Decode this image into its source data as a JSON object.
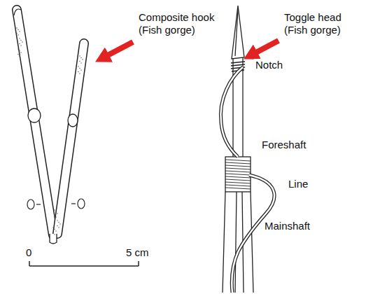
{
  "diagram": {
    "labels": [
      "Composite hook (Fish gorge)",
      "Toggle head (Fish gorge)",
      "Notch",
      "Foreshaft",
      "Line",
      "Mainshaft",
      "0",
      "5 cm"
    ]
  }
}
